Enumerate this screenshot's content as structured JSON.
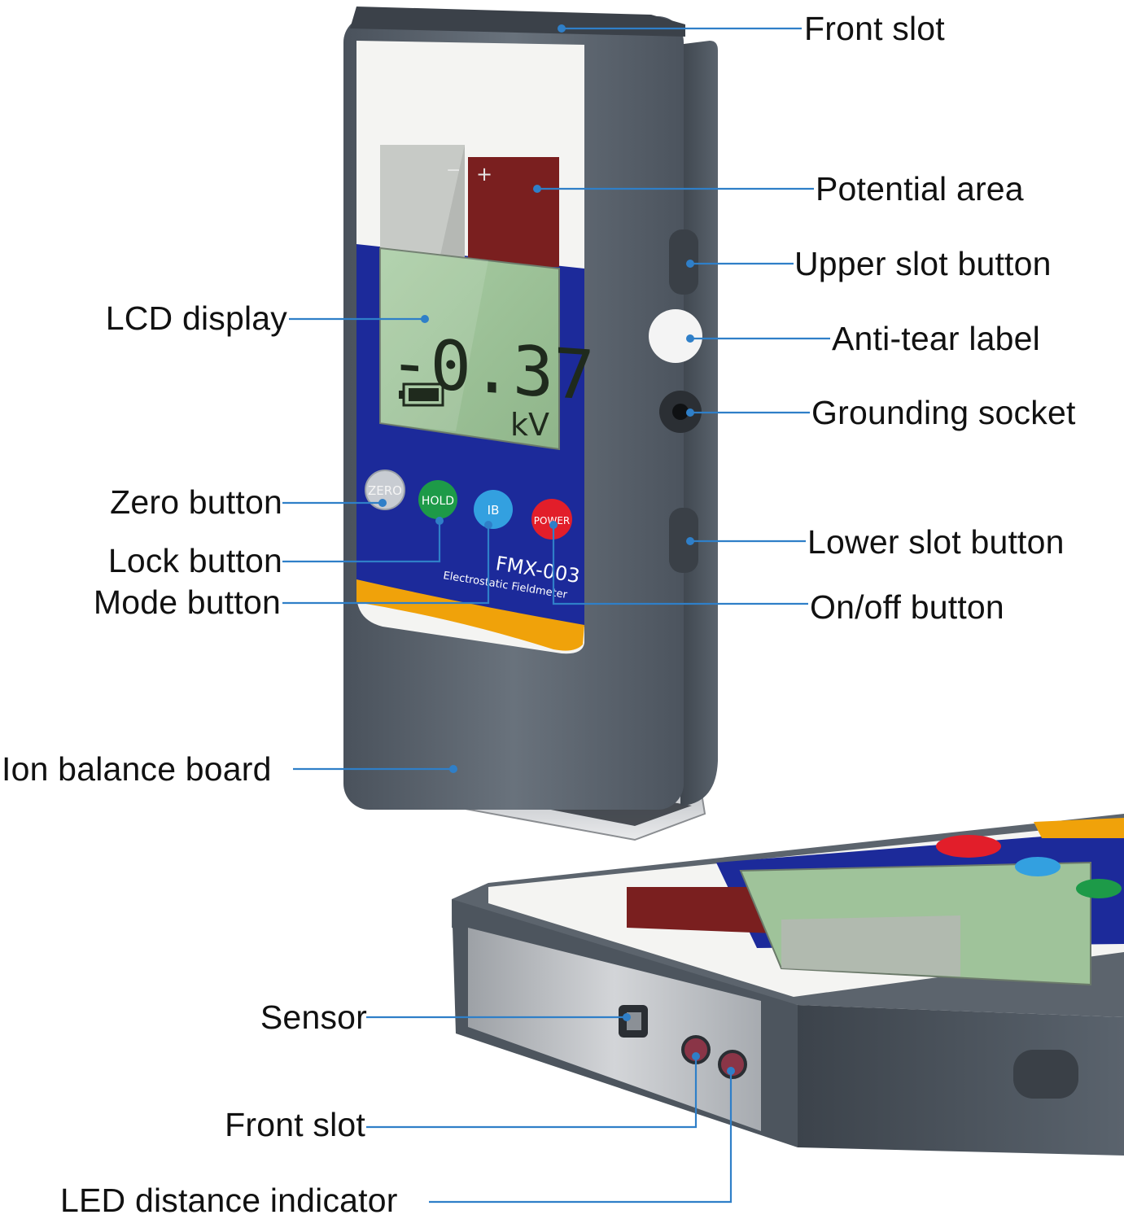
{
  "device": {
    "model": "FMX-003",
    "subtitle": "Electrostatic Fieldmeter",
    "reading": "-0.37",
    "unit": "kV",
    "buttons": [
      "ZERO",
      "HOLD",
      "IB",
      "POWER"
    ],
    "polarity_negative": "−",
    "polarity_positive": "+"
  },
  "labels": {
    "front_slot_top": "Front slot",
    "potential_area": "Potential area",
    "upper_slot_button": "Upper slot button",
    "lcd_display": "LCD display",
    "anti_tear_label": "Anti-tear label",
    "grounding_socket": "Grounding socket",
    "zero_button": "Zero button",
    "lock_button": "Lock button",
    "mode_button": "Mode button",
    "lower_slot_button": "Lower slot button",
    "on_off_button": "On/off button",
    "ion_balance_board": "Ion balance board",
    "sensor": "Sensor",
    "front_slot_bottom": "Front slot",
    "led_distance_indicator": "LED distance indicator"
  },
  "colors": {
    "leader_line": "#2f7fc8",
    "case": "#5d6670",
    "panel_blue": "#1c2a9a",
    "lcd_green": "#9fc39a",
    "potential_red": "#7a1f1f",
    "accent_yellow": "#f0a20a",
    "zero_grey": "#c8ccd2",
    "hold_green": "#1d9a48",
    "ib_blue": "#33a0e0",
    "power_red": "#e21e2a"
  }
}
